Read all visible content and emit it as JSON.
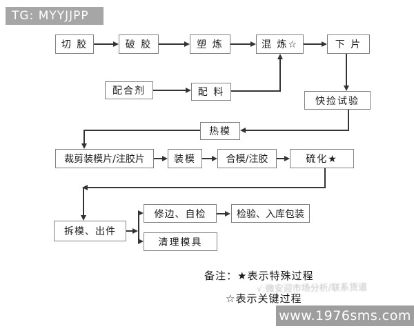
{
  "header": {
    "badge": "TG: MYYJJPP"
  },
  "flowchart": {
    "nodes": {
      "qiejiao": "切 胶",
      "pojiao": "破 胶",
      "sulian": "塑 炼",
      "hunlian": "混 炼☆",
      "xiapian": "下 片",
      "peiheji": "配合剂",
      "peiliao": "配 料",
      "kuaijian": "快捡试验",
      "remo": "热模",
      "caijian": "裁剪装模片/注胶片",
      "zhuangmo": "装模",
      "hemo": "合模/注胶",
      "liuhua": "硫化★",
      "chaimo": "拆模、出件",
      "xiubian": "修边、自检",
      "jianyan": "检验、入库包装",
      "qingli": "清理模具"
    },
    "edges": [
      {
        "from": "切胶",
        "to": "破胶"
      },
      {
        "from": "破胶",
        "to": "塑炼"
      },
      {
        "from": "塑炼",
        "to": "混炼☆"
      },
      {
        "from": "混炼☆",
        "to": "下片"
      },
      {
        "from": "下片",
        "to": "快捡试验"
      },
      {
        "from": "配合剂",
        "to": "配料"
      },
      {
        "from": "配料",
        "to": "混炼☆"
      },
      {
        "from": "快捡试验",
        "to": "热模"
      },
      {
        "from": "热模",
        "to": "裁剪装模片/注胶片"
      },
      {
        "from": "裁剪装模片/注胶片",
        "to": "装模"
      },
      {
        "from": "装模",
        "to": "合模/注胶"
      },
      {
        "from": "合模/注胶",
        "to": "硫化★"
      },
      {
        "from": "硫化★",
        "to": "拆模、出件"
      },
      {
        "from": "拆模、出件",
        "to": "修边、自检"
      },
      {
        "from": "拆模、出件",
        "to": "清理模具"
      },
      {
        "from": "修边、自检",
        "to": "检验、入库包装"
      }
    ]
  },
  "notes": {
    "line1": "备注：★表示特殊过程",
    "line2": "☆表示关键过程"
  },
  "watermark": {
    "text": "√:微安迎市场分析/联系货道"
  },
  "footer": {
    "url": "www.1976sms.com"
  },
  "colors": {
    "badge_bg": "#a6a6a6",
    "banner_bg": "#9e9e9e",
    "line": "#333333",
    "box_border": "#7f7f7f"
  }
}
